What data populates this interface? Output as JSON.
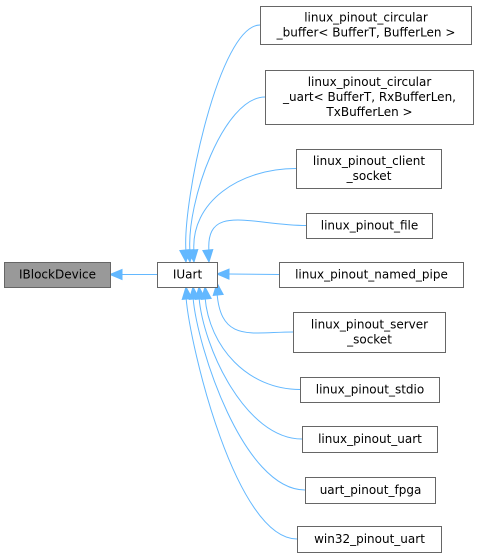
{
  "diagram": {
    "root": {
      "id": "IBlockDevice",
      "lines": [
        "IBlockDevice"
      ]
    },
    "base": {
      "id": "IUart",
      "lines": [
        "IUart"
      ]
    },
    "children": [
      {
        "id": "linux_pinout_circular_buffer",
        "lines": [
          "linux_pinout_circular",
          "_buffer< BufferT, BufferLen >"
        ]
      },
      {
        "id": "linux_pinout_circular_uart",
        "lines": [
          "linux_pinout_circular",
          "_uart< BufferT, RxBufferLen,",
          "TxBufferLen >"
        ]
      },
      {
        "id": "linux_pinout_client_socket",
        "lines": [
          "linux_pinout_client",
          "_socket"
        ]
      },
      {
        "id": "linux_pinout_file",
        "lines": [
          "linux_pinout_file"
        ]
      },
      {
        "id": "linux_pinout_named_pipe",
        "lines": [
          "linux_pinout_named_pipe"
        ]
      },
      {
        "id": "linux_pinout_server_socket",
        "lines": [
          "linux_pinout_server",
          "_socket"
        ]
      },
      {
        "id": "linux_pinout_stdio",
        "lines": [
          "linux_pinout_stdio"
        ]
      },
      {
        "id": "linux_pinout_uart",
        "lines": [
          "linux_pinout_uart"
        ]
      },
      {
        "id": "uart_pinout_fpga",
        "lines": [
          "uart_pinout_fpga"
        ]
      },
      {
        "id": "win32_pinout_uart",
        "lines": [
          "win32_pinout_uart"
        ]
      }
    ],
    "colors": {
      "edge": "#63b8ff",
      "highlight_fill": "#999999",
      "border": "#666666"
    }
  }
}
